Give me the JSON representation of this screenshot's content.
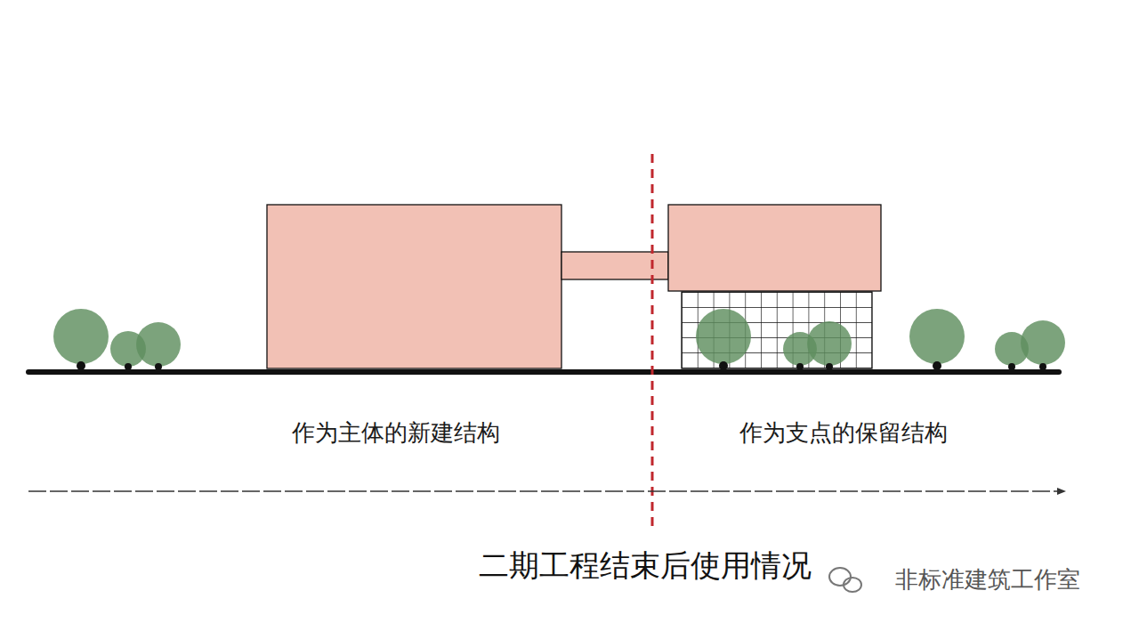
{
  "diagram": {
    "caption": "二期工程结束后使用情况",
    "labels": [
      "作为主体的新建结构",
      "作为支点的保留结构",
      "非标准建筑工作室"
    ]
  }
}
